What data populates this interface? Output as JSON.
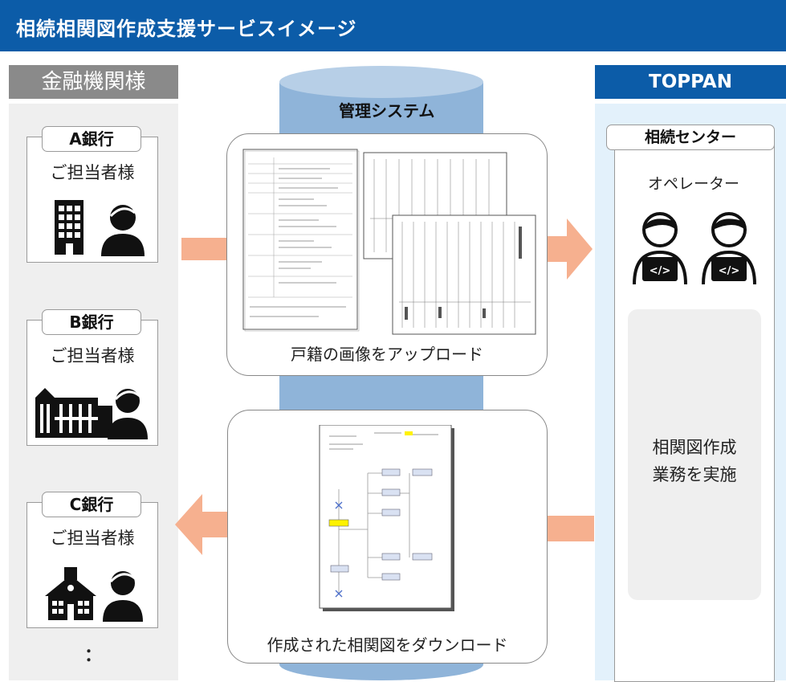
{
  "title": "相続相関図作成支援サービスイメージ",
  "left_column": {
    "header": "金融機関様",
    "banks": [
      {
        "name": "A銀行",
        "person": "ご担当者様",
        "building_icon": "office-building-icon"
      },
      {
        "name": "B銀行",
        "person": "ご担当者様",
        "building_icon": "factory-building-icon"
      },
      {
        "name": "C銀行",
        "person": "ご担当者様",
        "building_icon": "school-building-icon"
      }
    ],
    "more": "："
  },
  "center": {
    "system_title": "管理システム",
    "upload_caption": "戸籍の画像をアップロード",
    "download_caption": "作成された相関図をダウンロード"
  },
  "right_column": {
    "header": "TOPPAN",
    "center_name": "相続センター",
    "operator_label": "オペレーター",
    "task_line1": "相関図作成",
    "task_line2": "業務を実施"
  },
  "colors": {
    "title_bar": "#0c5ca8",
    "left_header": "#8a8a8a",
    "arrow": "#f6b08f",
    "cylinder": "#8fb4d9",
    "right_bg": "#e3f1fb"
  }
}
